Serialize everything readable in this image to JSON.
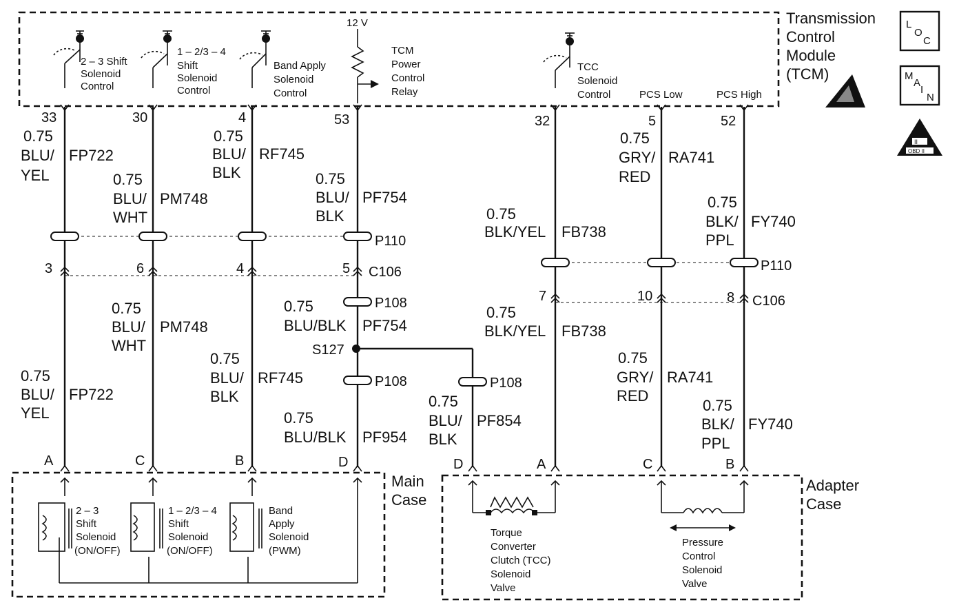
{
  "tcm": {
    "title_lines": [
      "Transmission",
      "Control",
      "Module",
      "(TCM)"
    ],
    "supply": "12 V",
    "switches": [
      {
        "label_lines": [
          "2 – 3 Shift",
          "Solenoid",
          "Control"
        ]
      },
      {
        "label_lines": [
          "1 – 2/3 – 4",
          "Shift",
          "Solenoid",
          "Control"
        ]
      },
      {
        "label_lines": [
          "Band Apply",
          "Solenoid",
          "Control"
        ]
      },
      {
        "label_lines": [
          "TCM",
          "Power",
          "Control",
          "Relay"
        ]
      },
      {
        "label_lines": [
          "TCC",
          "Solenoid",
          "Control"
        ]
      }
    ],
    "pcs_low": "PCS Low",
    "pcs_high": "PCS High"
  },
  "badges": {
    "loc": [
      "L",
      "O",
      "C"
    ],
    "main": [
      "M",
      "A",
      "I",
      "N"
    ],
    "obd": [
      "II",
      "OBD II"
    ]
  },
  "circuits": [
    {
      "pin_top": "33",
      "upper": {
        "size": "0.75",
        "c1": "BLU/",
        "c2": "YEL",
        "circuit": "FP722"
      },
      "cav": "3",
      "lower": {
        "size": "0.75",
        "c1": "BLU/",
        "c2": "YEL",
        "circuit": "FP722"
      },
      "term": "A"
    },
    {
      "pin_top": "30",
      "upper": {
        "size": "0.75",
        "c1": "BLU/",
        "c2": "WHT",
        "circuit": "PM748"
      },
      "cav": "6",
      "lower": {
        "size": "0.75",
        "c1": "BLU/",
        "c2": "WHT",
        "circuit": "PM748"
      },
      "term": "C"
    },
    {
      "pin_top": "4",
      "upper": {
        "size": "0.75",
        "c1": "BLU/",
        "c2": "BLK",
        "circuit": "RF745"
      },
      "cav": "4",
      "lower": {
        "size": "0.75",
        "c1": "BLU/",
        "c2": "BLK",
        "circuit": "RF745"
      },
      "term": "B"
    },
    {
      "pin_top": "53",
      "upper": {
        "size": "0.75",
        "c1": "BLU/",
        "c2": "BLK",
        "circuit": "PF754"
      },
      "cav": "5",
      "mid": {
        "size": "0.75",
        "c1": "BLU/BLK",
        "circuit": "PF754"
      },
      "lower": {
        "size": "0.75",
        "c1": "BLU/BLK",
        "circuit": "PF954"
      },
      "term": "D"
    },
    {
      "branch": {
        "size": "0.75",
        "c1": "BLU/",
        "c2": "BLK",
        "circuit": "PF854"
      },
      "term": "D"
    },
    {
      "pin_top": "32",
      "upper": {
        "size": "0.75",
        "c1": "BLK/YEL",
        "circuit": "FB738"
      },
      "cav": "7",
      "lower": {
        "size": "0.75",
        "c1": "BLK/YEL",
        "circuit": "FB738"
      },
      "term": "A"
    },
    {
      "pin_top": "5",
      "upper": {
        "size": "0.75",
        "c1": "GRY/",
        "c2": "RED",
        "circuit": "RA741"
      },
      "cav": "10",
      "lower": {
        "size": "0.75",
        "c1": "GRY/",
        "c2": "RED",
        "circuit": "RA741"
      },
      "term": "C"
    },
    {
      "pin_top": "52",
      "upper": {
        "size": "0.75",
        "c1": "BLK/",
        "c2": "PPL",
        "circuit": "FY740"
      },
      "cav": "8",
      "lower": {
        "size": "0.75",
        "c1": "BLK/",
        "c2": "PPL",
        "circuit": "FY740"
      },
      "term": "B"
    }
  ],
  "connectors": {
    "p110": "P110",
    "c106": "C106",
    "p108": "P108",
    "s127": "S127"
  },
  "main_case": {
    "title_lines": [
      "Main",
      "Case"
    ],
    "solenoids": [
      {
        "label_lines": [
          "2 – 3",
          "Shift",
          "Solenoid",
          "(ON/OFF)"
        ]
      },
      {
        "label_lines": [
          "1 – 2/3 – 4",
          "Shift",
          "Solenoid",
          "(ON/OFF)"
        ]
      },
      {
        "label_lines": [
          "Band",
          "Apply",
          "Solenoid",
          "(PWM)"
        ]
      }
    ]
  },
  "adapter_case": {
    "title_lines": [
      "Adapter",
      "Case"
    ],
    "tcc": [
      "Torque",
      "Converter",
      "Clutch (TCC)",
      "Solenoid",
      "Valve"
    ],
    "pcs": [
      "Pressure",
      "Control",
      "Solenoid",
      "Valve"
    ]
  }
}
